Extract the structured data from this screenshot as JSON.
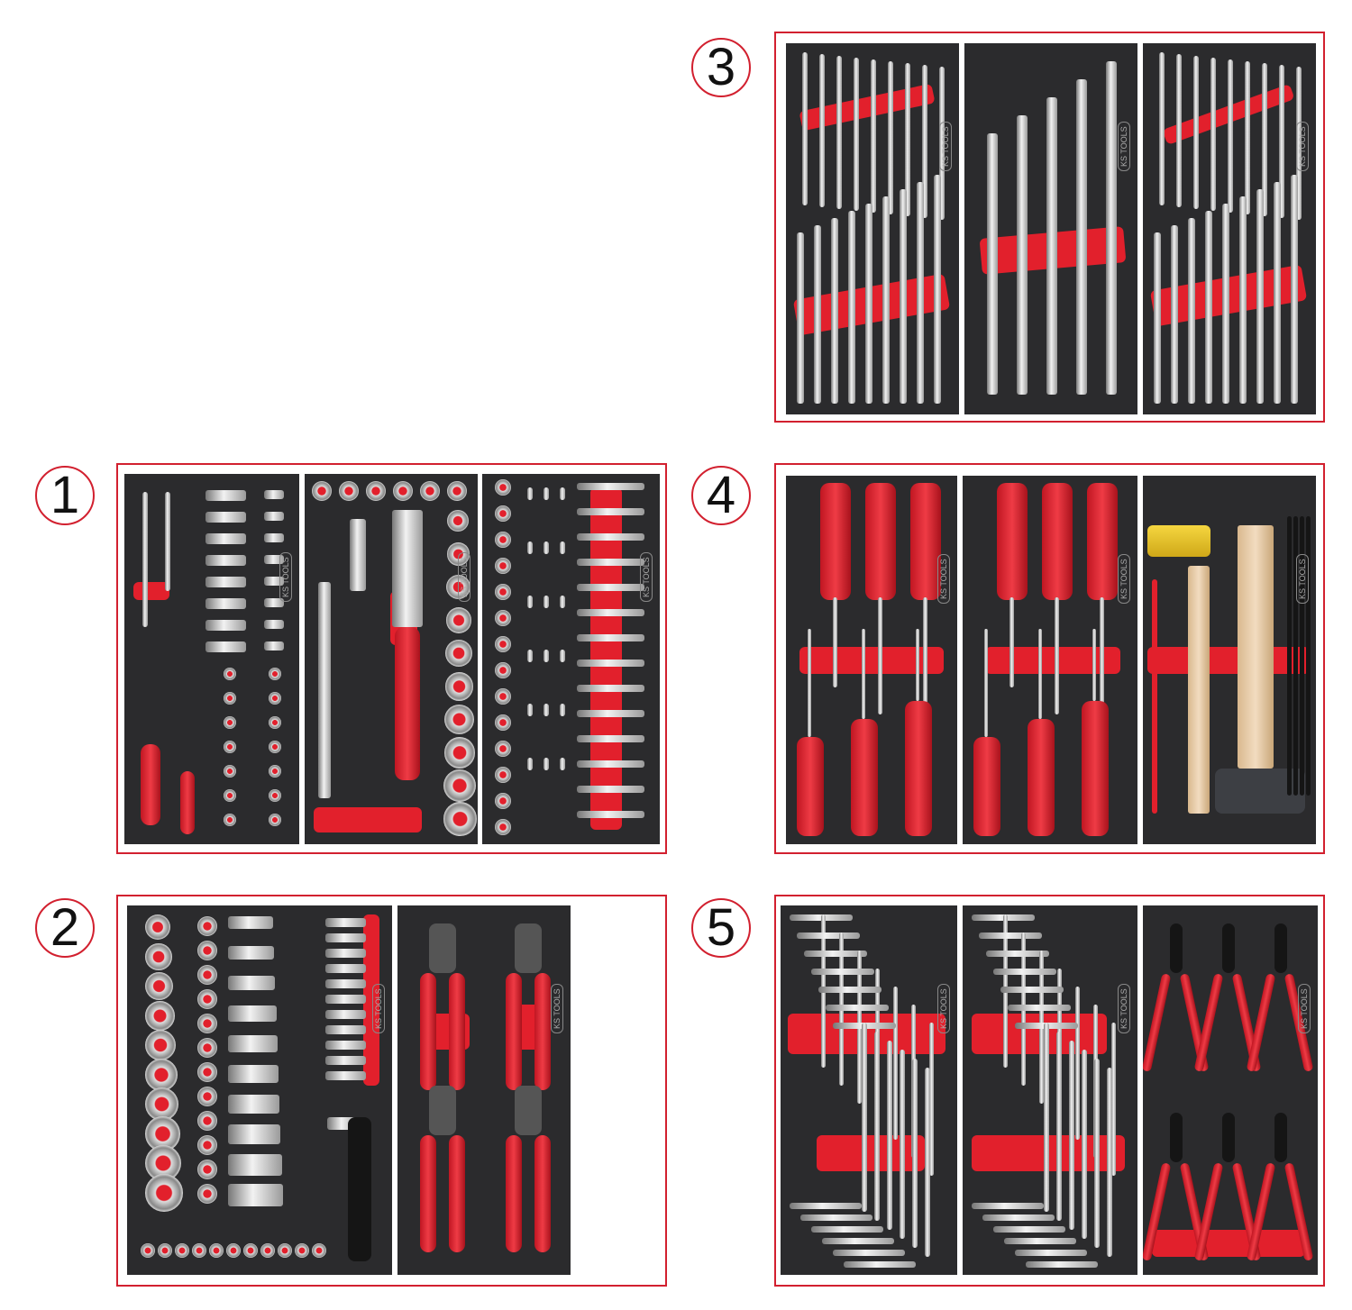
{
  "callouts": [
    {
      "number": "1"
    },
    {
      "number": "2"
    },
    {
      "number": "3"
    },
    {
      "number": "4"
    },
    {
      "number": "5"
    }
  ],
  "brand_logo": "KS TOOLS",
  "colors": {
    "frame": "#d2202f",
    "tray": "#2b2b2d",
    "foam_accent": "#e2202c"
  },
  "modules": [
    {
      "callout": "1",
      "trays": [
        "socket-bits-tray",
        "ratchet-sockets-tray",
        "bits-tray"
      ]
    },
    {
      "callout": "2",
      "trays": [
        "inch-sockets-tray",
        "pliers-tray"
      ]
    },
    {
      "callout": "3",
      "trays": [
        "combination-wrenches-tray",
        "large-wrenches-tray",
        "inch-wrenches-tray"
      ]
    },
    {
      "callout": "4",
      "trays": [
        "slotted-screwdrivers-tray",
        "torx-screwdrivers-tray",
        "hammers-punches-tray"
      ]
    },
    {
      "callout": "5",
      "trays": [
        "t-handle-hex-tray",
        "t-handle-torx-tray",
        "circlip-pliers-tray"
      ]
    }
  ]
}
